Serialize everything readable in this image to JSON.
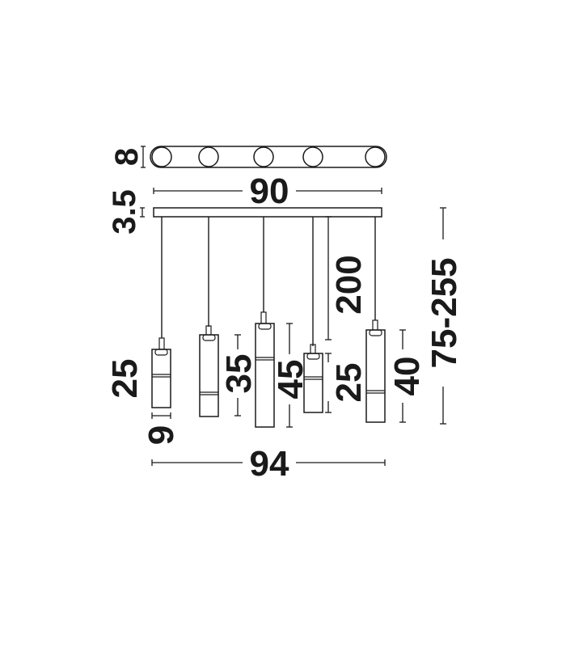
{
  "diagram": {
    "dims": {
      "plate_depth": "8",
      "canopy_height": "3.5",
      "plate_length": "90",
      "overall_width": "94",
      "cable_length": "200",
      "total_height": "75-255",
      "shade_diameter": "9",
      "shade1_height": "25",
      "shade2_height": "35",
      "shade3_height": "45",
      "shade4_height": "25",
      "shade5_height": "40"
    }
  }
}
